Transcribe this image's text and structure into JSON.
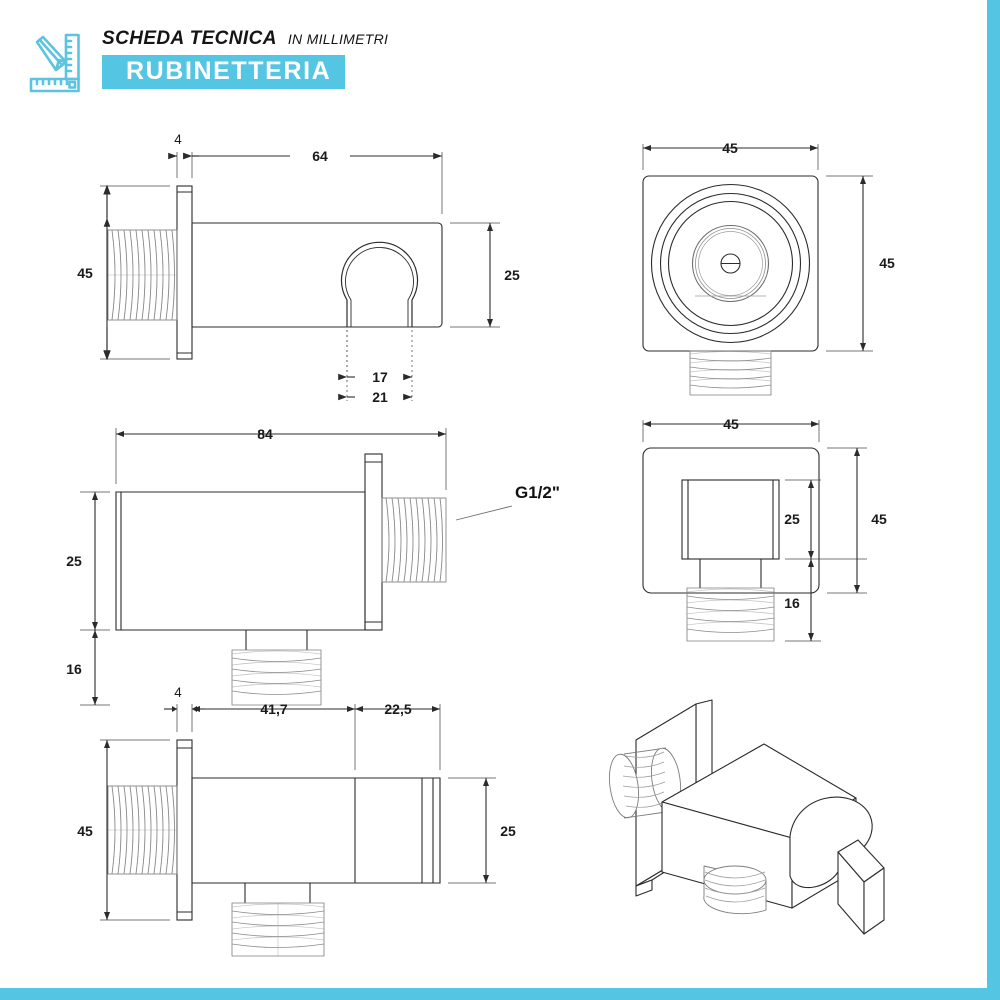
{
  "theme": {
    "accent": "#55c5e4",
    "line": "#2b2b2b",
    "thread": "#8d8d8d",
    "text": "#1a1a1a"
  },
  "header": {
    "logo_icon": "pencil-ruler-icon",
    "title_main": "SCHEDA TECNICA",
    "title_sub": "IN MILLIMETRI",
    "banner": "RUBINETTERIA"
  },
  "views": {
    "side_bracket": {
      "name": "side-view-with-cradle",
      "dimensions": {
        "flange_thickness": "4",
        "length": "64",
        "plate_height": "45",
        "body_height": "25",
        "cradle_gap": "17",
        "cradle_width": "21"
      }
    },
    "front_round": {
      "name": "front-view-round-outlet",
      "dimensions": {
        "width": "45",
        "height": "45"
      }
    },
    "side_outlet": {
      "name": "side-view-elbow-outlet",
      "dimensions": {
        "length": "84",
        "body_height": "25",
        "outlet_drop": "16",
        "thread_label": "G1/2\""
      }
    },
    "front_square": {
      "name": "front-view-square-plate",
      "dimensions": {
        "width": "45",
        "body_height": "25",
        "outlet_drop": "16",
        "total_height": "45"
      }
    },
    "side_plain": {
      "name": "side-view-plain-body",
      "dimensions": {
        "flange_thickness": "4",
        "segment_a": "41,7",
        "segment_b": "22,5",
        "plate_height": "45",
        "body_height": "25"
      }
    },
    "iso": {
      "name": "isometric-3d-view"
    }
  }
}
